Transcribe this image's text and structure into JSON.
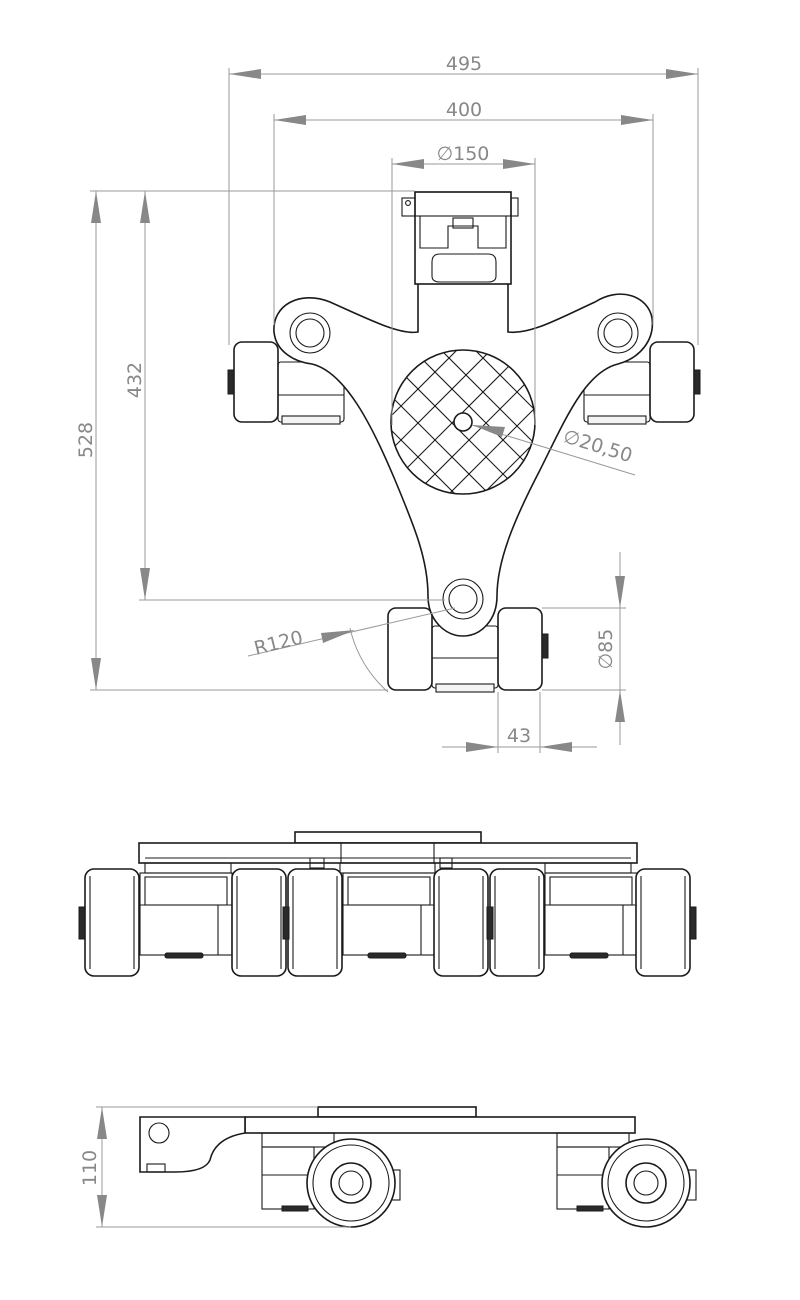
{
  "dimensions": {
    "width_overall": "495",
    "width_wheels": "400",
    "turntable_diameter": "∅150",
    "length_overall": "528",
    "length_pivot": "432",
    "hole_diameter": "∅20,50",
    "radius": "R120",
    "wheel_diameter": "∅85",
    "wheel_offset": "43",
    "height": "110"
  },
  "colors": {
    "outline": "#1a1a1a",
    "dimension": "#888888",
    "background": "#ffffff"
  }
}
